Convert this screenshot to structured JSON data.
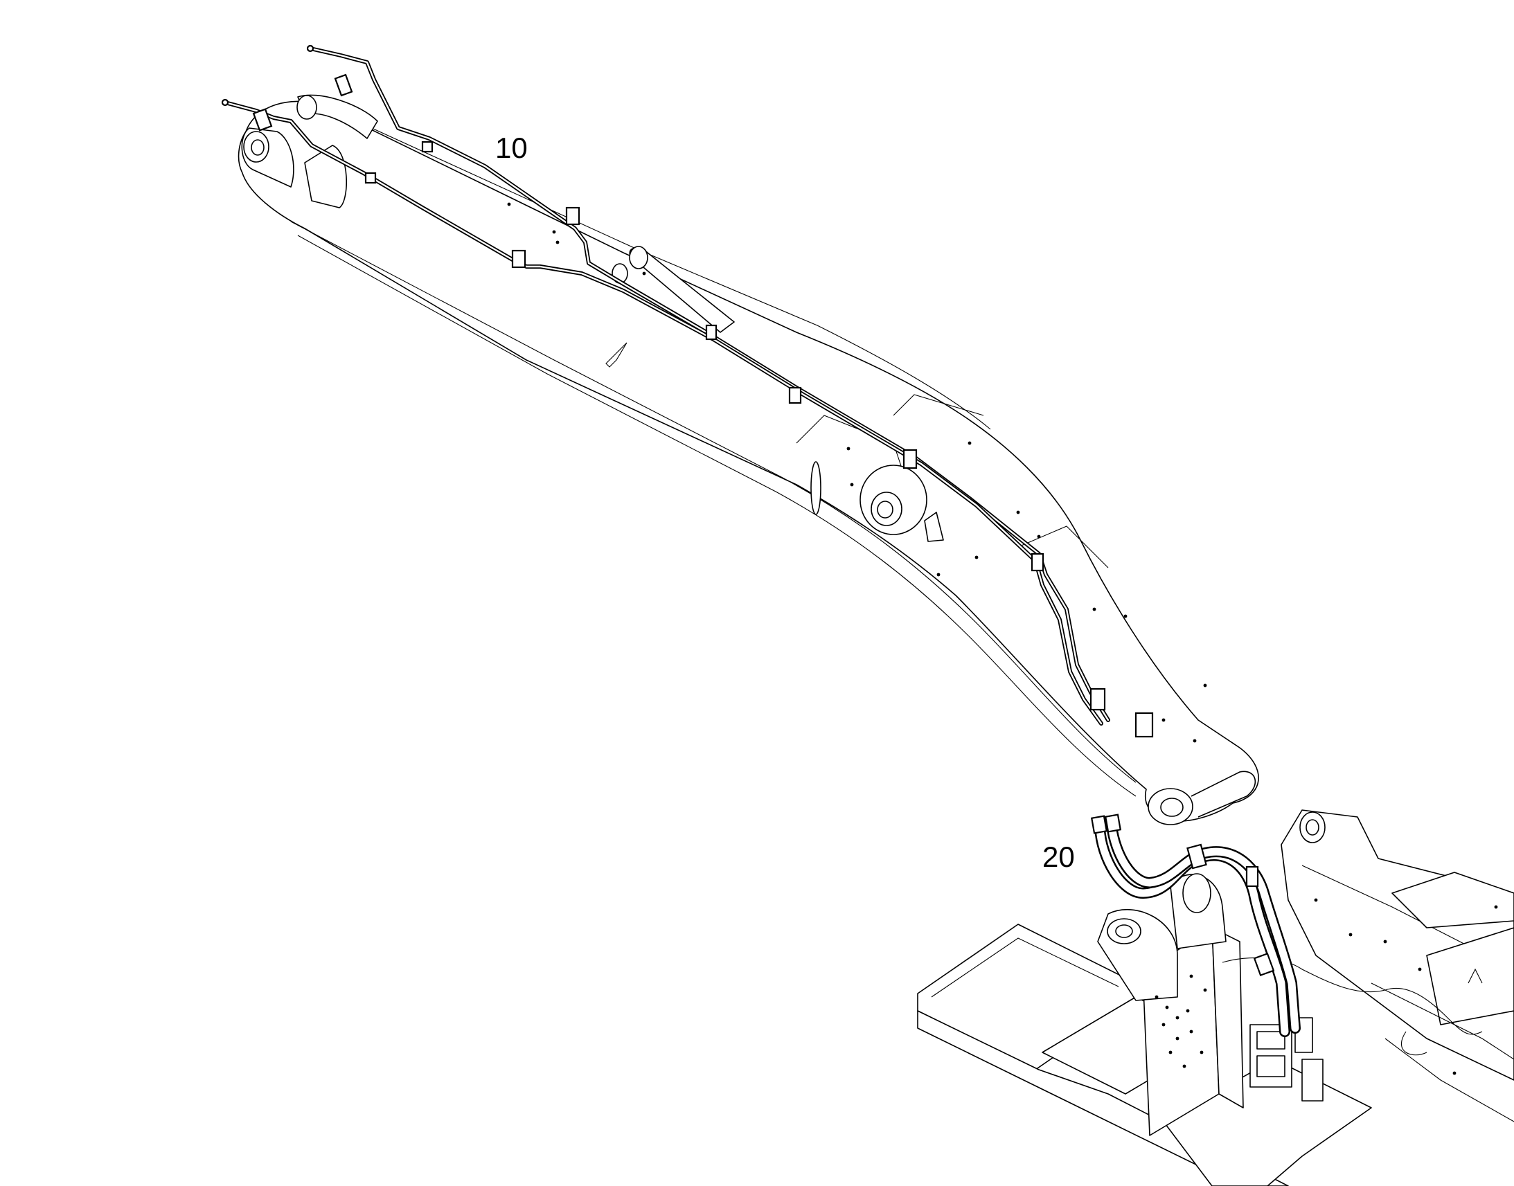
{
  "diagram": {
    "callouts": [
      {
        "id": "item-10",
        "label": "10"
      },
      {
        "id": "item-20",
        "label": "20"
      }
    ],
    "colors": {
      "line": "#000000",
      "background": "#ffffff"
    }
  }
}
